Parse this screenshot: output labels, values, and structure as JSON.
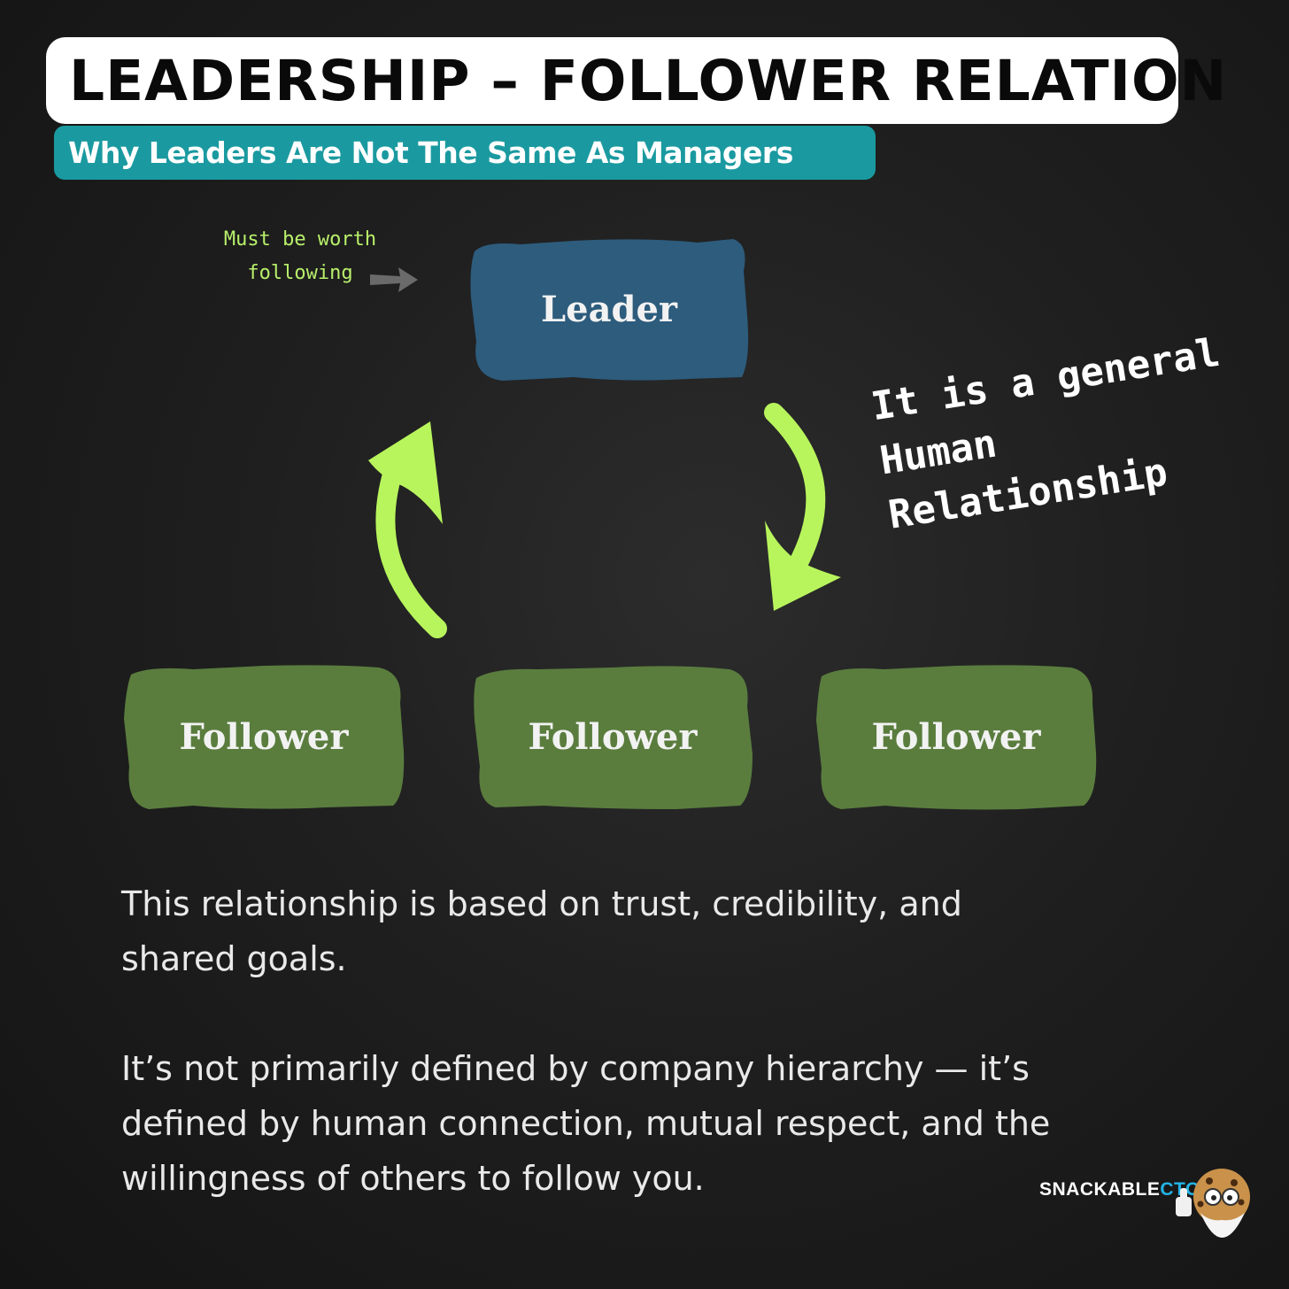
{
  "header": {
    "title": "LEADERSHIP – FOLLOWER RELATION",
    "subtitle": "Why Leaders Are Not The Same As Managers"
  },
  "diagram": {
    "note": "Must be worth following",
    "leader": "Leader",
    "followers": [
      "Follower",
      "Follower",
      "Follower"
    ],
    "annotation": [
      "It is a general",
      "Human",
      "Relationship"
    ]
  },
  "body": {
    "paragraph_1": "This relationship is based on trust, credibility, and shared goals.",
    "paragraph_2": "It’s not primarily defined by company hierarchy — it’s defined by human connection, mutual respect, and the willingness of others to follow you."
  },
  "brand": {
    "name_part1": "SNACKABLE",
    "name_part2": "CTO"
  },
  "colors": {
    "leader_fill": "#2d5c7d",
    "follower_fill": "#5a7d3e",
    "arrow": "#b8f55c",
    "subtitle_bg": "#1a9aa0",
    "brand_accent": "#23b4e6"
  }
}
